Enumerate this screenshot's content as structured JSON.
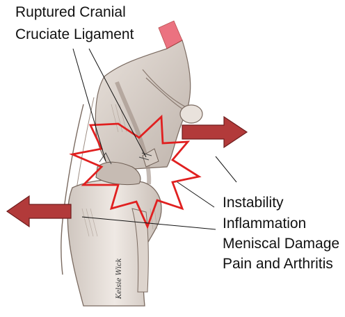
{
  "callout_title": {
    "line1": "Ruptured Cranial",
    "line2": "Cruciate Ligament"
  },
  "effects": [
    "Instability",
    "Inflammation",
    "Meniscal Damage",
    "Pain and Arthritis"
  ],
  "signature": "Kelsie Wick",
  "colors": {
    "starburst": "#e02020",
    "arrow_fill": "#b23a3a",
    "arrow_stroke": "#6e1c1c",
    "sketch_line": "#7a6a60",
    "bone_shade": "#d8cfc8",
    "muscle_tint": "#e85a6a"
  }
}
